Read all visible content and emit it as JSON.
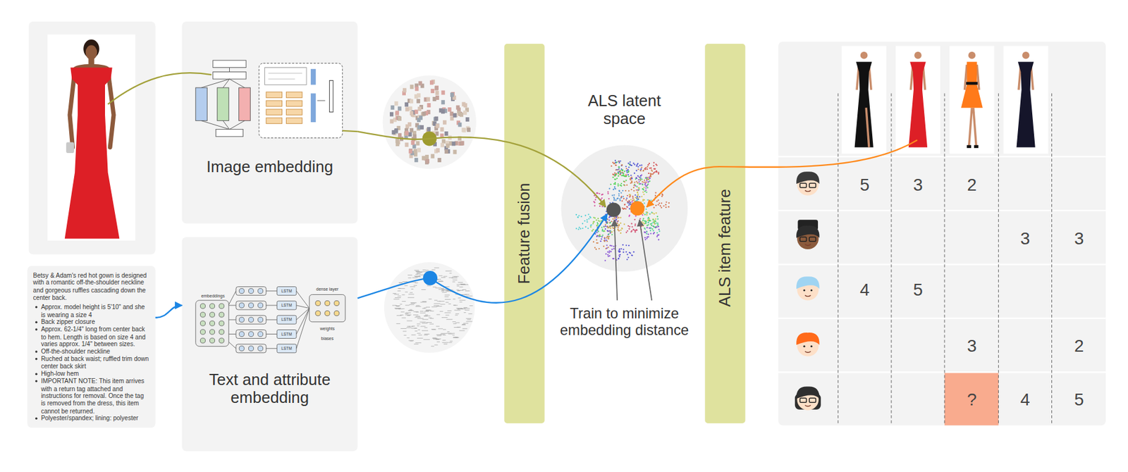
{
  "diagram": {
    "nodes": [
      {
        "text": [
          "Image embedding"
        ]
      },
      {
        "text": [
          "Betsy & Adam's red hot gown is designed with a romantic off-the-shoulder neckline and gorgeous ruffles cascading down the center back.",
          "Approx. model height is 5'10\" and she is wearing a size 4",
          "Back zipper closure",
          "Approx. 62-1/4\" long from center back to hem. Length is based on size 4 and varies approx. 1/4\" between sizes.",
          "Off-the-shoulder neckline",
          "Ruched at back waist; ruffled trim down center back skirt",
          "High-low hem",
          "IMPORTANT NOTE: This item arrives with a return tag attached and instructions for removal. Once the tag is removed from the dress, this item cannot be returned.",
          "Polyester/spandex; lining: polyester"
        ]
      },
      {
        "text": [
          "Text and attribute embedding"
        ]
      },
      {
        "text": [
          "Feature fusion"
        ]
      },
      {
        "text": [
          "ALS latent space"
        ]
      },
      {
        "text": [
          "ALS item feature"
        ]
      }
    ],
    "edges": [
      {
        "from": 0,
        "to": 4,
        "arrow": "to"
      },
      {
        "from": 2,
        "to": 4,
        "arrow": "to"
      },
      {
        "from": 1,
        "to": 2,
        "arrow": "to"
      }
    ],
    "labels": [
      "Train to minimize embedding distance",
      "embeddings",
      "LSTM",
      "LSTM",
      "LSTM",
      "LSTM",
      "LSTM",
      "dense layer",
      "weights",
      "biases",
      "5",
      "3",
      "2",
      "3",
      "3",
      "4",
      "5",
      "3",
      "2",
      "?",
      "4",
      "5"
    ]
  }
}
